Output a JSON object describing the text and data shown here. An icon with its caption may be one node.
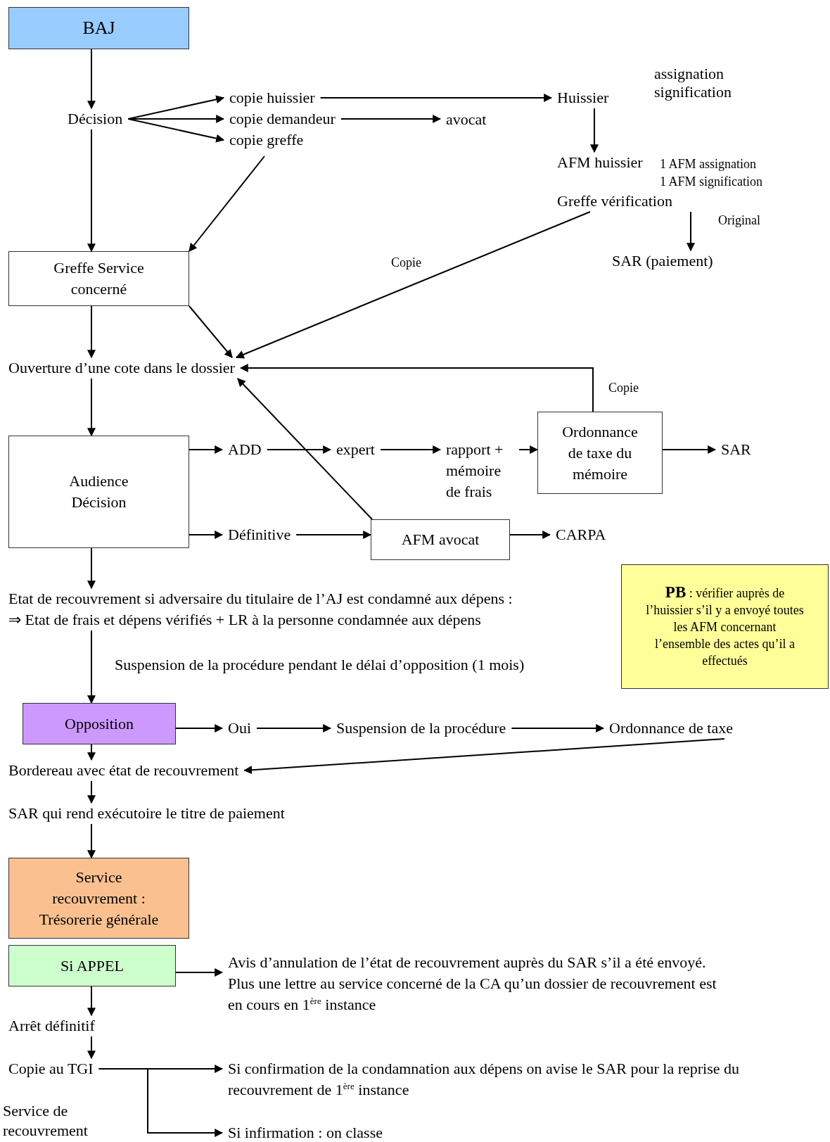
{
  "diagram": {
    "nodes": [
      {
        "text": [
          "BAJ"
        ]
      },
      {
        "text": [
          "Décision"
        ]
      },
      {
        "text": [
          "copie huissier"
        ]
      },
      {
        "text": [
          "copie demandeur"
        ]
      },
      {
        "text": [
          "copie greffe"
        ]
      },
      {
        "text": [
          "avocat"
        ]
      },
      {
        "text": [
          "Huissier"
        ],
        "beside": [
          "assignation signification"
        ]
      },
      {
        "text": [
          "AFM huissier"
        ],
        "beside": [
          "1 AFM assignation",
          "1 AFM signification"
        ]
      },
      {
        "text": [
          "Greffe vérification"
        ]
      },
      {
        "text": [
          "SAR (paiement)"
        ]
      },
      {
        "text": [
          "Greffe Service concerné"
        ]
      },
      {
        "text": [
          "Ouverture d’une cote dans le dossier"
        ]
      },
      {
        "text": [
          "Audience Décision"
        ]
      },
      {
        "text": [
          "ADD"
        ]
      },
      {
        "text": [
          "expert"
        ]
      },
      {
        "text": [
          "rapport + mémoire de frais"
        ]
      },
      {
        "text": [
          "Ordonnance de taxe du mémoire"
        ]
      },
      {
        "text": [
          "SAR"
        ]
      },
      {
        "text": [
          "Définitive"
        ]
      },
      {
        "text": [
          "AFM avocat"
        ]
      },
      {
        "text": [
          "CARPA"
        ]
      },
      {
        "text": [
          "Etat de recouvrement si adversaire du titulaire de l’AJ est condamné aux dépens :",
          "⇒ Etat de frais et dépens vérifiés + LR à la personne condamnée aux dépens"
        ]
      },
      {
        "text": [
          "**PB** : vérifier auprès de l’huissier s’il y a envoyé toutes les AFM concernant l’ensemble des actes qu’il a effectués"
        ]
      },
      {
        "text": [
          "Opposition"
        ]
      },
      {
        "text": [
          "Oui"
        ]
      },
      {
        "text": [
          "Suspension de la procédure"
        ]
      },
      {
        "text": [
          "Ordonnance de taxe"
        ]
      },
      {
        "text": [
          "Bordereau avec état de recouvrement"
        ]
      },
      {
        "text": [
          "SAR qui rend exécutoire le titre de paiement"
        ]
      },
      {
        "text": [
          "Service recouvrement : Trésorerie générale"
        ]
      },
      {
        "text": [
          "Si APPEL"
        ]
      },
      {
        "text": [
          "Avis d’annulation de l’état de recouvrement auprès du SAR s’il a été envoyé. Plus une lettre au service concerné de la CA qu’un dossier de recouvrement est en cours en 1$^{ère}$ instance"
        ]
      },
      {
        "text": [
          "Arrêt définitif"
        ]
      },
      {
        "text": [
          "Copie au TGI"
        ]
      },
      {
        "text": [
          "Si confirmation de la condamnation aux dépens on avise le SAR pour la reprise du recouvrement de 1$^{ère}$ instance"
        ]
      },
      {
        "text": [
          "Si infirmation : on classe"
        ]
      }
    ],
    "edges": [
      {
        "from": 0,
        "to": 1,
        "arrow": "to"
      },
      {
        "from": 1,
        "to": 2,
        "arrow": "to"
      },
      {
        "from": 1,
        "to": 3,
        "arrow": "to"
      },
      {
        "from": 1,
        "to": 4,
        "arrow": "to"
      },
      {
        "from": 2,
        "to": 6,
        "arrow": "to"
      },
      {
        "from": 3,
        "to": 5,
        "arrow": "to"
      },
      {
        "from": 4,
        "to": 10,
        "arrow": "to"
      },
      {
        "from": 1,
        "to": 10,
        "arrow": "to"
      },
      {
        "from": 6,
        "to": 7,
        "arrow": "to"
      },
      {
        "from": 8,
        "to": 9,
        "arrow": "to",
        "label": "Original"
      },
      {
        "from": 8,
        "to": 11,
        "arrow": "to",
        "label": "Copie"
      },
      {
        "from": 10,
        "to": 11,
        "arrow": "to"
      },
      {
        "from": 10,
        "to": 11,
        "arrow": "to"
      },
      {
        "from": 11,
        "to": 12,
        "arrow": "to"
      },
      {
        "from": 12,
        "to": 13,
        "arrow": "to"
      },
      {
        "from": 13,
        "to": 14,
        "arrow": "to"
      },
      {
        "from": 14,
        "to": 15,
        "arrow": "to"
      },
      {
        "from": 15,
        "to": 16,
        "arrow": "to"
      },
      {
        "from": 16,
        "to": 17,
        "arrow": "to"
      },
      {
        "from": 16,
        "to": 11,
        "arrow": "to",
        "label": "Copie"
      },
      {
        "from": 12,
        "to": 18,
        "arrow": "to"
      },
      {
        "from": 18,
        "to": 19,
        "arrow": "to"
      },
      {
        "from": 19,
        "to": 20,
        "arrow": "to"
      },
      {
        "from": 19,
        "to": 11,
        "arrow": "to"
      },
      {
        "from": 12,
        "to": 21,
        "arrow": "to"
      },
      {
        "from": 21,
        "to": 23,
        "arrow": "to",
        "label": "Suspension de la procédure pendant le délai d’opposition (1 mois)"
      },
      {
        "from": 23,
        "to": 24,
        "arrow": "to"
      },
      {
        "from": 24,
        "to": 25,
        "arrow": "to"
      },
      {
        "from": 25,
        "to": 26,
        "arrow": "to"
      },
      {
        "from": 26,
        "to": 27,
        "arrow": "to"
      },
      {
        "from": 23,
        "to": 27,
        "arrow": "to"
      },
      {
        "from": 27,
        "to": 28,
        "arrow": "to"
      },
      {
        "from": 28,
        "to": 29,
        "arrow": "to"
      },
      {
        "from": 30,
        "to": 31,
        "arrow": "to"
      },
      {
        "from": 30,
        "to": 32,
        "arrow": "to"
      },
      {
        "from": 32,
        "to": 33,
        "arrow": "to"
      },
      {
        "from": 33,
        "to": 34,
        "arrow": "to"
      },
      {
        "from": 33,
        "to": 35,
        "arrow": "to"
      }
    ],
    "labels": [
      "Service de recouvrement"
    ]
  }
}
